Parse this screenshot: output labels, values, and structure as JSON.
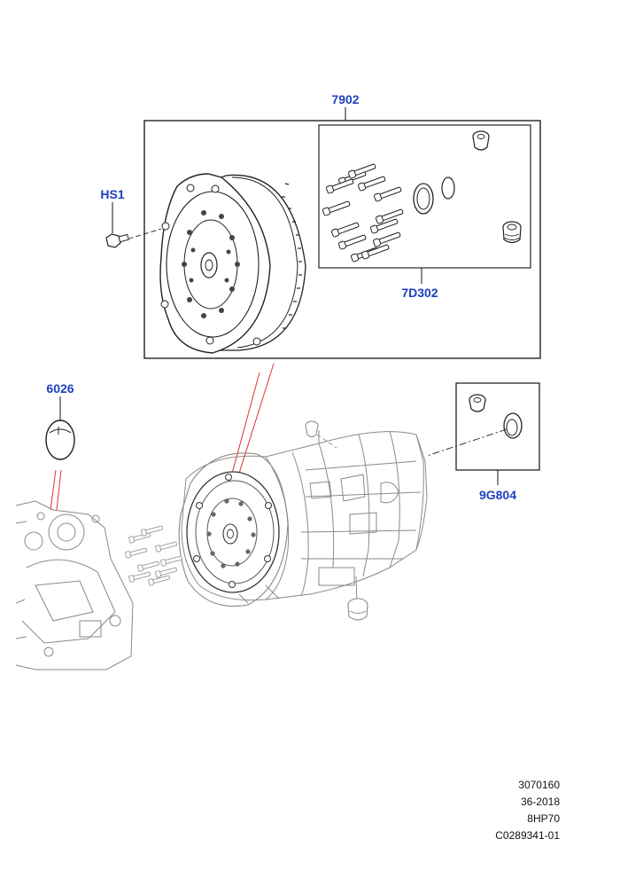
{
  "callouts": {
    "torque_converter": "7902",
    "bolt_kit": "7D302",
    "bolt": "HS1",
    "seal": "6026",
    "plug_kit": "9G804"
  },
  "diagram_info": {
    "ref_number": "3070160",
    "date_code": "36-2018",
    "model": "8HP70",
    "drawing_number": "C0289341-01"
  },
  "colors": {
    "callout_text": "#1f3fbf",
    "leader_red": "#e03030",
    "line": "#111111"
  }
}
